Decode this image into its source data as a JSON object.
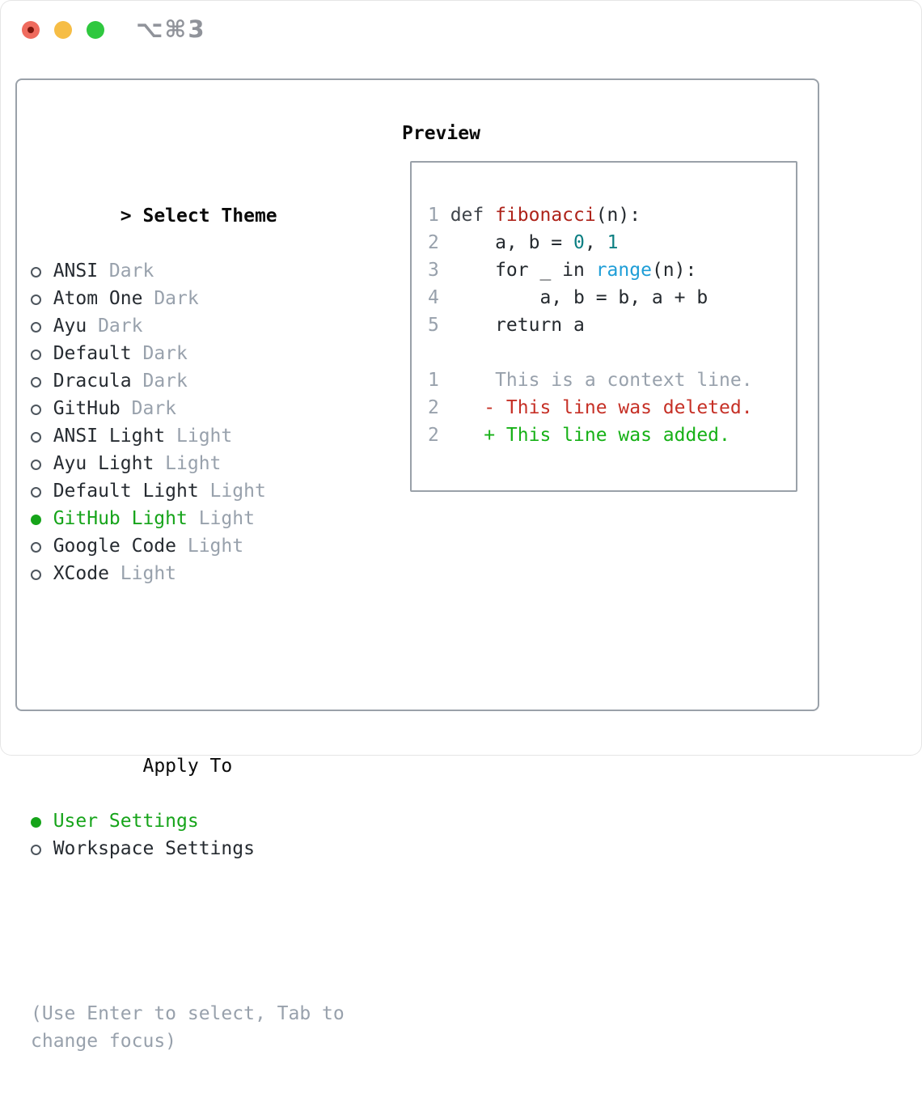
{
  "titlebar": {
    "title": "⌥⌘3",
    "lights": [
      {
        "name": "close-button"
      },
      {
        "name": "minimize-button"
      },
      {
        "name": "zoom-button"
      }
    ]
  },
  "left": {
    "prompt": ">",
    "title": "Select Theme",
    "themes": [
      {
        "name": "ANSI",
        "variant": "Dark",
        "selected": false
      },
      {
        "name": "Atom One",
        "variant": "Dark",
        "selected": false
      },
      {
        "name": "Ayu",
        "variant": "Dark",
        "selected": false
      },
      {
        "name": "Default",
        "variant": "Dark",
        "selected": false
      },
      {
        "name": "Dracula",
        "variant": "Dark",
        "selected": false
      },
      {
        "name": "GitHub",
        "variant": "Dark",
        "selected": false
      },
      {
        "name": "ANSI Light",
        "variant": "Light",
        "selected": false
      },
      {
        "name": "Ayu Light",
        "variant": "Light",
        "selected": false
      },
      {
        "name": "Default Light",
        "variant": "Light",
        "selected": false
      },
      {
        "name": "GitHub Light",
        "variant": "Light",
        "selected": true
      },
      {
        "name": "Google Code",
        "variant": "Light",
        "selected": false
      },
      {
        "name": "XCode",
        "variant": "Light",
        "selected": false
      }
    ],
    "apply": {
      "title": "Apply To",
      "options": [
        {
          "name": "User Settings",
          "selected": true
        },
        {
          "name": "Workspace Settings",
          "selected": false
        }
      ]
    },
    "help_lines": [
      "(Use Enter to select, Tab to",
      "change focus)"
    ]
  },
  "preview": {
    "title": "Preview",
    "lines": [
      {
        "num": "1",
        "tokens": [
          {
            "t": "def ",
            "c": "k"
          },
          {
            "t": "fibonacci",
            "c": "fn"
          },
          {
            "t": "(n):",
            "c": "d"
          }
        ]
      },
      {
        "num": "2",
        "tokens": [
          {
            "t": "    a, b = ",
            "c": "d"
          },
          {
            "t": "0",
            "c": "num"
          },
          {
            "t": ", ",
            "c": "d"
          },
          {
            "t": "1",
            "c": "num"
          }
        ]
      },
      {
        "num": "3",
        "tokens": [
          {
            "t": "    for _ in ",
            "c": "d"
          },
          {
            "t": "range",
            "c": "call"
          },
          {
            "t": "(n):",
            "c": "d"
          }
        ]
      },
      {
        "num": "4",
        "tokens": [
          {
            "t": "        a, b = b, a + b",
            "c": "d"
          }
        ]
      },
      {
        "num": "5",
        "tokens": [
          {
            "t": "    return a",
            "c": "d"
          }
        ]
      },
      {
        "num": "",
        "tokens": []
      },
      {
        "num": "1",
        "tokens": [
          {
            "t": "    This is a context line.",
            "c": "ctx"
          }
        ]
      },
      {
        "num": "2",
        "tokens": [
          {
            "t": "   - This line was deleted.",
            "c": "del"
          }
        ]
      },
      {
        "num": "2",
        "tokens": [
          {
            "t": "   + This line was added.",
            "c": "add"
          }
        ]
      }
    ]
  },
  "colors": {
    "accent_green": "#16a41a",
    "added_green": "#17b117",
    "deleted_red": "#c63026",
    "function_red": "#ae231a",
    "number_teal": "#0c7f82",
    "call_blue": "#1f9ed7",
    "dim_gray": "#98a1ac",
    "text_dark": "#24292e",
    "border_gray": "#9aa1a9",
    "traffic_red": "#ef6b5e",
    "traffic_yellow": "#f6bd45",
    "traffic_green": "#2fc83f"
  }
}
